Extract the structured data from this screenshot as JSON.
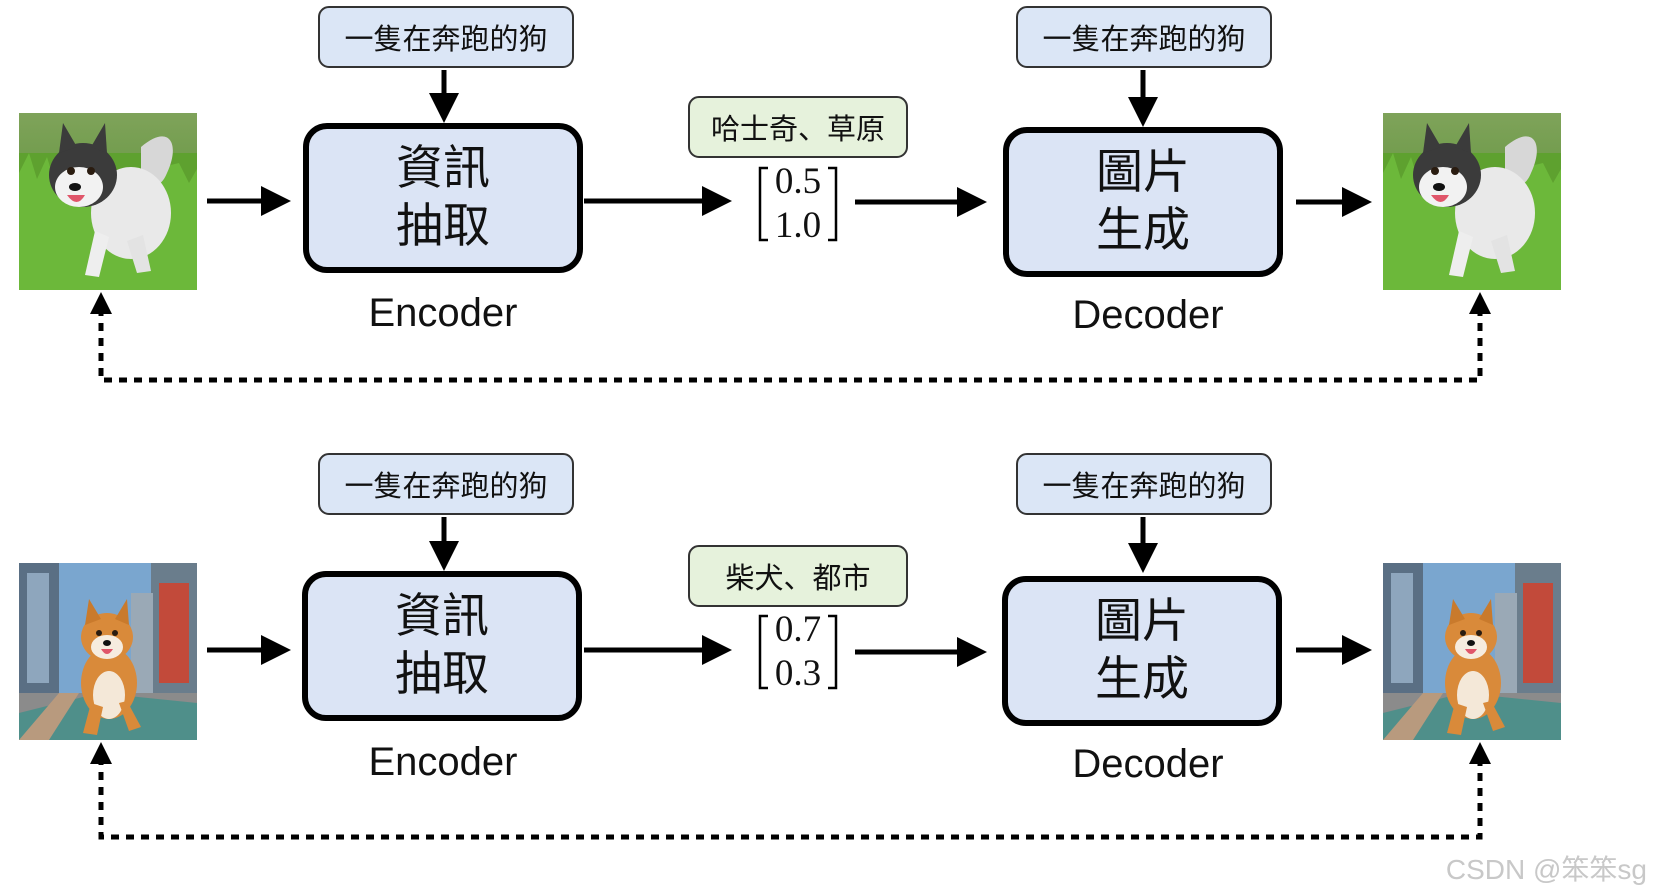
{
  "rows": [
    {
      "encoder_prompt": "一隻在奔跑的狗",
      "decoder_prompt": "一隻在奔跑的狗",
      "encoder_block": {
        "line1": "資訊",
        "line2": "抽取"
      },
      "encoder_label": "Encoder",
      "keywords": "哈士奇、草原",
      "vector": [
        "0.5",
        "1.0"
      ],
      "decoder_block": {
        "line1": "圖片",
        "line2": "生成"
      },
      "decoder_label": "Decoder",
      "input_image": "husky-running-on-grass-photo",
      "output_image": "husky-running-on-grass-photo"
    },
    {
      "encoder_prompt": "一隻在奔跑的狗",
      "decoder_prompt": "一隻在奔跑的狗",
      "encoder_block": {
        "line1": "資訊",
        "line2": "抽取"
      },
      "encoder_label": "Encoder",
      "keywords": "柴犬、都市",
      "vector": [
        "0.7",
        "0.3"
      ],
      "decoder_block": {
        "line1": "圖片",
        "line2": "生成"
      },
      "decoder_label": "Decoder",
      "input_image": "shiba-running-in-city-photo",
      "output_image": "shiba-running-in-city-photo"
    }
  ],
  "watermark": "CSDN @笨笨sg",
  "colors": {
    "prompt_fill": "#dbe6f6",
    "keyword_fill": "#e6f2dc",
    "block_fill": "#dbe4f5",
    "stroke": "#000000"
  }
}
